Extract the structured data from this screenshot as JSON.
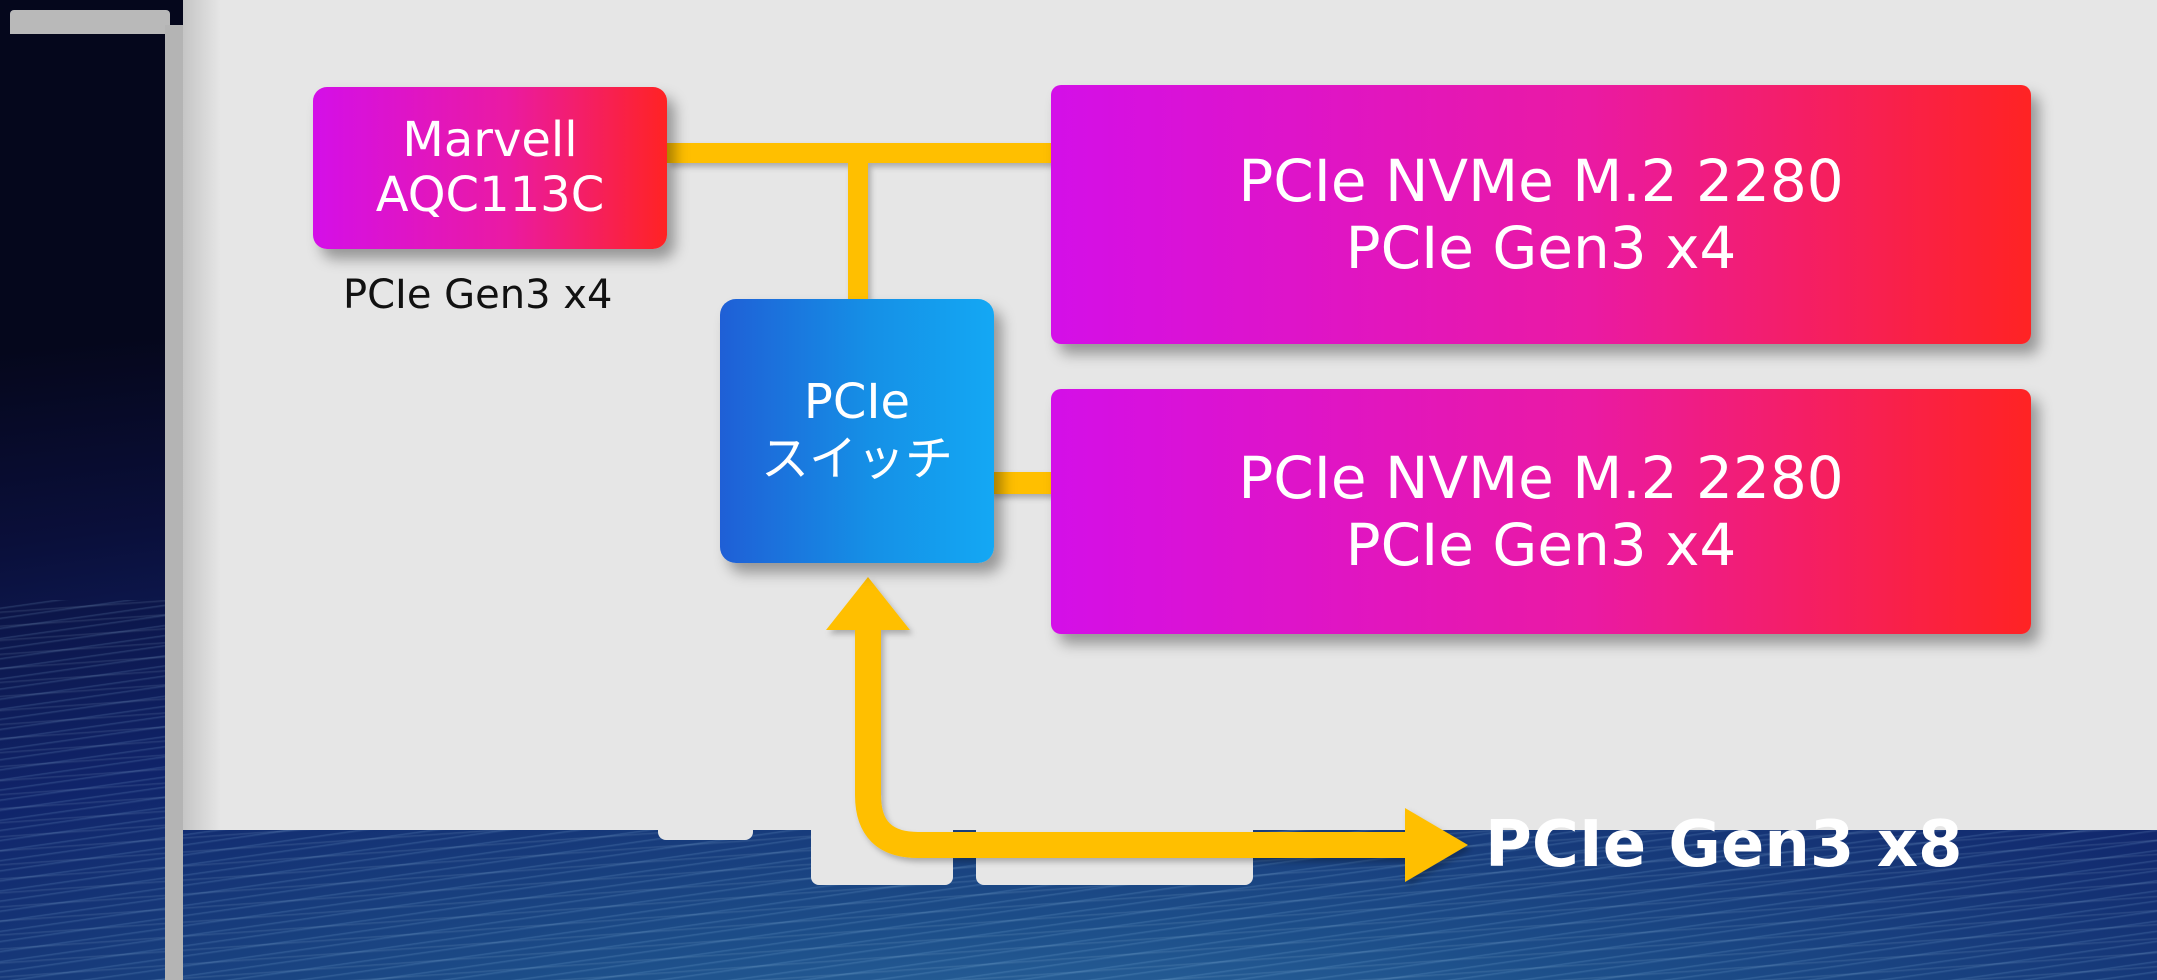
{
  "colors": {
    "chip_gradient": [
      "#d40fe8",
      "#ff2323"
    ],
    "switch_gradient": [
      "#1f5fd6",
      "#14a8f4"
    ],
    "wire": "#ffbf00",
    "board": "#e6e6e6"
  },
  "diagram": {
    "controller": {
      "line1": "Marvell",
      "line2": "AQC113C",
      "bus": "PCIe Gen3 x4"
    },
    "switch": {
      "line1": "PCIe",
      "line2": "スイッチ"
    },
    "nvme_slots": [
      {
        "line1": "PCIe NVMe M.2 2280",
        "line2": "PCIe Gen3 x4"
      },
      {
        "line1": "PCIe NVMe M.2 2280",
        "line2": "PCIe Gen3 x4"
      }
    ],
    "host_bus": "PCIe Gen3 x8"
  }
}
